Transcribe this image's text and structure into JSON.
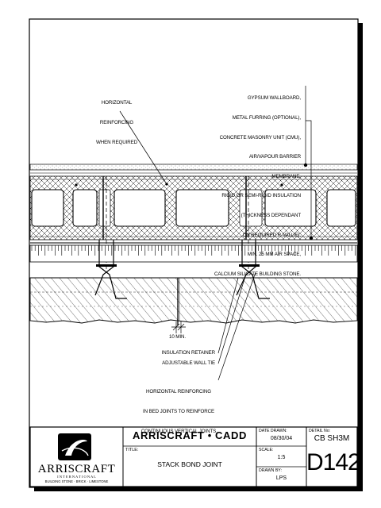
{
  "notes": {
    "horizontal_reinforcing": [
      "HORIZONTAL",
      "REINFORCING",
      "WHEN REQUIRED"
    ],
    "wall_layers": [
      "GYPSUM WALLBOARD,",
      "METAL FURRING (OPTIONAL),",
      "CONCRETE MASONRY UNIT (CMU),",
      "AIR/VAPOUR BARRIER",
      "MEMBRANE,",
      "RIGID OR SEMI-RIGID INSULATION",
      "(THICKNESS DEPENDANT",
      "ON REQUIRED R-VALUE),",
      "MIN. 25 MM AIR SPACE,",
      "CALCIUM SILICATE BUILDING STONE."
    ],
    "min_gap": "10 MIN.",
    "insulation_retainer": "INSULATION RETAINER",
    "adjustable_wall_tie": "ADJUSTABLE WALL TIE",
    "bed_joint_reinforcing": [
      "HORIZONTAL REINFORCING",
      "IN BED JOINTS TO REINFORCE",
      "CONTINUOUS VERTICAL JOINTS"
    ]
  },
  "title_block": {
    "logo_text": "ARRISCRAFT",
    "logo_subtext": "I N T E R N A T I O N A L",
    "logo_tagline": "BUILDING STONE · BRICK · LIMESTONE",
    "company_cadd": "ARRISCRAFT • CADD",
    "title_label": "TITLE:",
    "title": "STACK BOND JOINT",
    "date_drawn_label": "DATE DRAWN:",
    "date_drawn": "08/30/04",
    "scale_label": "SCALE:",
    "scale": "1:5",
    "drawn_by_label": "DRAWN BY:",
    "drawn_by": "LPS",
    "detail_no_label": "DETAIL No:",
    "detail_no": "CB SH3M",
    "detail_code": "D142"
  }
}
